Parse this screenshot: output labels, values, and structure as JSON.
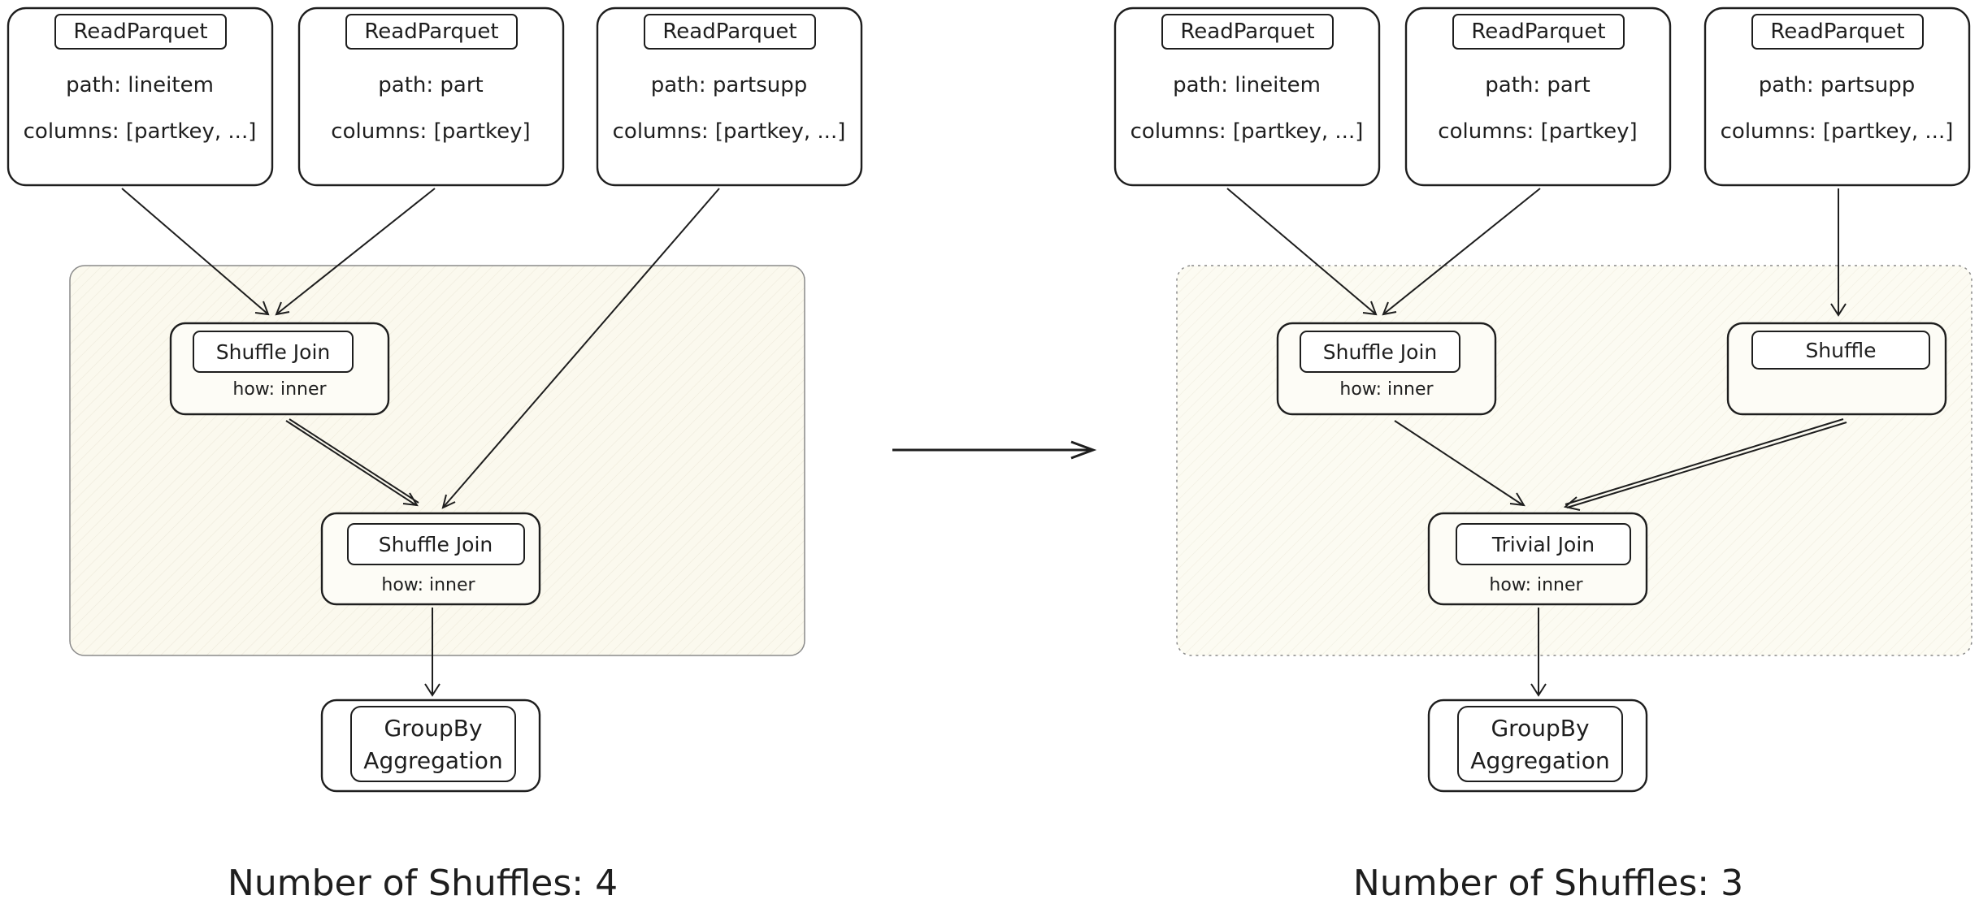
{
  "left_plan": {
    "reads": [
      {
        "op": "ReadParquet",
        "path": "path: lineitem",
        "columns": "columns: [partkey, ...]"
      },
      {
        "op": "ReadParquet",
        "path": "path: part",
        "columns": "columns: [partkey]"
      },
      {
        "op": "ReadParquet",
        "path": "path: partsupp",
        "columns": "columns: [partkey, ...]"
      }
    ],
    "join1": {
      "op": "Shuffle Join",
      "how": "how: inner"
    },
    "join2": {
      "op": "Shuffle Join",
      "how": "how: inner"
    },
    "groupby": {
      "line1": "GroupBy",
      "line2": "Aggregation"
    },
    "summary": "Number of Shuffles: 4"
  },
  "right_plan": {
    "reads": [
      {
        "op": "ReadParquet",
        "path": "path: lineitem",
        "columns": "columns: [partkey, ...]"
      },
      {
        "op": "ReadParquet",
        "path": "path: part",
        "columns": "columns: [partkey]"
      },
      {
        "op": "ReadParquet",
        "path": "path: partsupp",
        "columns": "columns: [partkey, ...]"
      }
    ],
    "join1": {
      "op": "Shuffle Join",
      "how": "how: inner"
    },
    "shuffle": {
      "op": "Shuffle"
    },
    "join2": {
      "op": "Trivial Join",
      "how": "how: inner"
    },
    "groupby": {
      "line1": "GroupBy",
      "line2": "Aggregation"
    },
    "summary": "Number of Shuffles: 3"
  }
}
